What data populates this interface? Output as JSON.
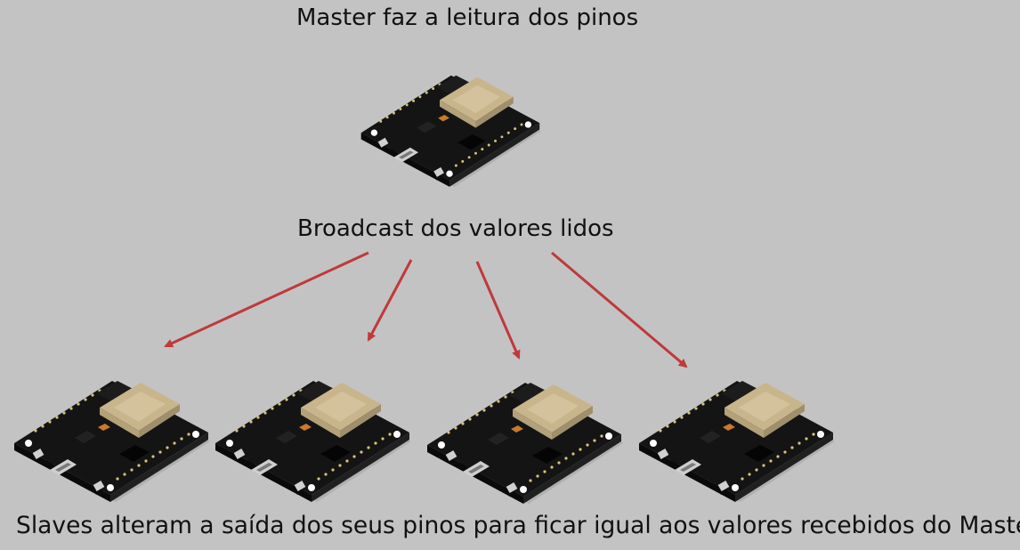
{
  "diagram": {
    "master_caption": "Master faz a leitura dos pinos",
    "broadcast_caption": "Broadcast dos valores lidos",
    "slaves_caption": "Slaves alteram a saída dos seus pinos para ficar igual aos valores recebidos do Master",
    "nodes": [
      {
        "role": "master",
        "icon": "esp32-board-icon"
      },
      {
        "role": "slave",
        "icon": "esp32-board-icon"
      },
      {
        "role": "slave",
        "icon": "esp32-board-icon"
      },
      {
        "role": "slave",
        "icon": "esp32-board-icon"
      },
      {
        "role": "slave",
        "icon": "esp32-board-icon"
      }
    ],
    "arrow_color": "#c0393b",
    "background": "#c3c3c3"
  }
}
